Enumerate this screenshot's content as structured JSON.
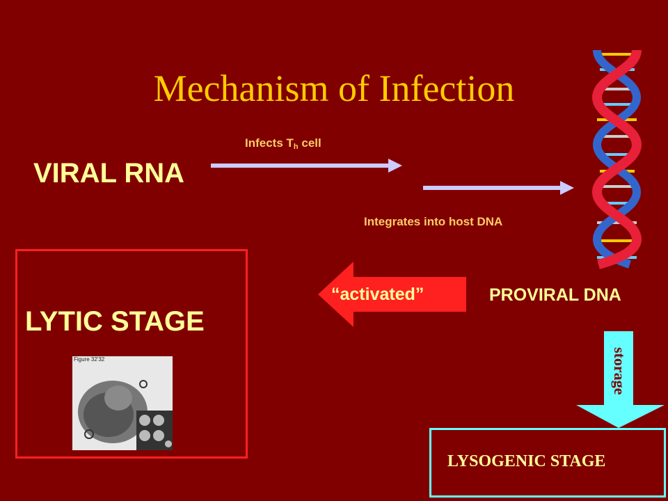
{
  "title": "Mechanism of Infection",
  "viral_rna": "VIRAL RNA",
  "infects_label": "Infects T",
  "infects_sub": "h",
  "infects_suffix": " cell",
  "integrates_label": "Integrates into host DNA",
  "proviral_label": "PROVIRAL DNA",
  "activated_label": "“activated”",
  "lytic_label": "LYTIC STAGE",
  "lysogenic_label": "LYSOGENIC STAGE",
  "storage_label": "storage",
  "micrograph_caption": "Figure 32'32",
  "colors": {
    "background": "#800000",
    "title": "#ffcc00",
    "arrow": "#ccccff",
    "lytic_border": "#ff2020",
    "lysogenic_border": "#66ffff",
    "storage_arrow": "#66ffff",
    "activated_arrow": "#ff2020"
  }
}
